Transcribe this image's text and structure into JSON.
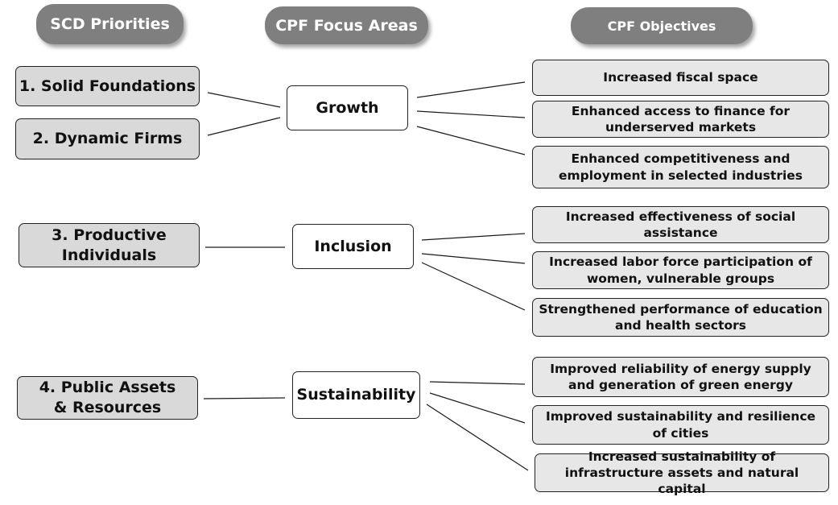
{
  "headers": {
    "scd": "SCD Priorities",
    "focus": "CPF Focus Areas",
    "objectives": "CPF Objectives"
  },
  "scd_priorities": [
    "1. Solid Foundations",
    "2. Dynamic Firms",
    "3. Productive Individuals",
    "4. Public Assets & Resources"
  ],
  "focus_areas": [
    "Growth",
    "Inclusion",
    "Sustainability"
  ],
  "objectives": [
    "Increased fiscal space",
    "Enhanced access to finance for underserved markets",
    "Enhanced competitiveness and employment in selected industries",
    "Increased effectiveness of social assistance",
    "Increased labor force participation of women, vulnerable groups",
    "Strengthened performance of education and health sectors",
    "Improved reliability of energy supply and generation of green energy",
    "Improved sustainability and resilience of cities",
    "Increased sustainability of infrastructure assets and natural capital"
  ],
  "colors": {
    "header_bg": "#7f7f7f",
    "scd_bg": "#d9d9d9",
    "objective_bg": "#e7e7e7"
  }
}
